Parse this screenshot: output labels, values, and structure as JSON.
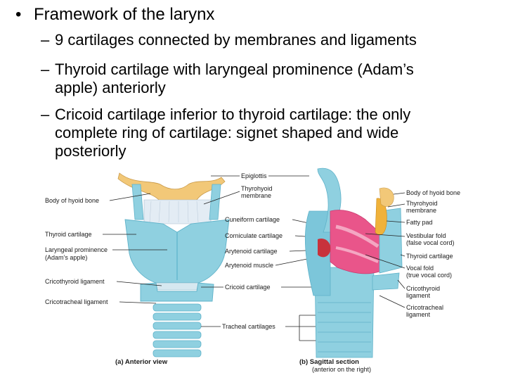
{
  "bullet": {
    "symbol": "•",
    "title": "Framework of the larynx"
  },
  "subpoints": [
    {
      "dash": "–",
      "line1": "9 cartilages connected by membranes and ligaments",
      "line2": "",
      "line3": ""
    },
    {
      "dash": "–",
      "line1": "Thyroid cartilage with laryngeal prominence (Adam’s",
      "line2": "apple) anteriorly",
      "line3": ""
    },
    {
      "dash": "–",
      "line1": "Cricoid cartilage inferior to thyroid cartilage: the only",
      "line2": "complete ring of cartilage: signet shaped and wide",
      "line3": "posteriorly"
    }
  ],
  "figure": {
    "left_labels": {
      "hyoid": "Body of hyoid bone",
      "thyroid": "Thyroid cartilage",
      "prominence1": "Laryngeal prominence",
      "prominence2": "(Adam’s apple)",
      "cricothyroid": "Cricothyroid ligament",
      "cricotracheal": "Cricotracheal ligament"
    },
    "middle_labels": {
      "epiglottis": "Epiglottis",
      "thyrohyoid1": "Thyrohyoid",
      "thyrohyoid2": "membrane",
      "cuneiform": "Cuneiform cartilage",
      "corniculate": "Corniculate cartilage",
      "arytenoid": "Arytenoid cartilage",
      "arytenoid_muscle": "Arytenoid muscle",
      "cricoid": "Cricoid cartilage",
      "tracheal": "Tracheal cartilages"
    },
    "right_labels": {
      "hyoid": "Body of hyoid bone",
      "thyrohyoid1": "Thyrohyoid",
      "thyrohyoid2": "membrane",
      "fatty": "Fatty pad",
      "vestibular1": "Vestibular fold",
      "vestibular2": "(false vocal cord)",
      "thyroid": "Thyroid cartilage",
      "vocal1": "Vocal fold",
      "vocal2": "(true vocal cord)",
      "cricothyroid1": "Cricothyroid",
      "cricothyroid2": "ligament",
      "cricotracheal1": "Cricotracheal",
      "cricotracheal2": "ligament"
    },
    "captions": {
      "a": "(a) Anterior view",
      "b": "(b) Sagittal section",
      "b_sub": "(anterior on the right)"
    },
    "colors": {
      "cartilage": "#8fd0e0",
      "cartilage_dark": "#5fb2c9",
      "bone": "#f2c878",
      "membrane": "#d8e4f0",
      "mucosa": "#e9558a",
      "fat": "#f0b23a",
      "muscle": "#c8323c"
    }
  }
}
